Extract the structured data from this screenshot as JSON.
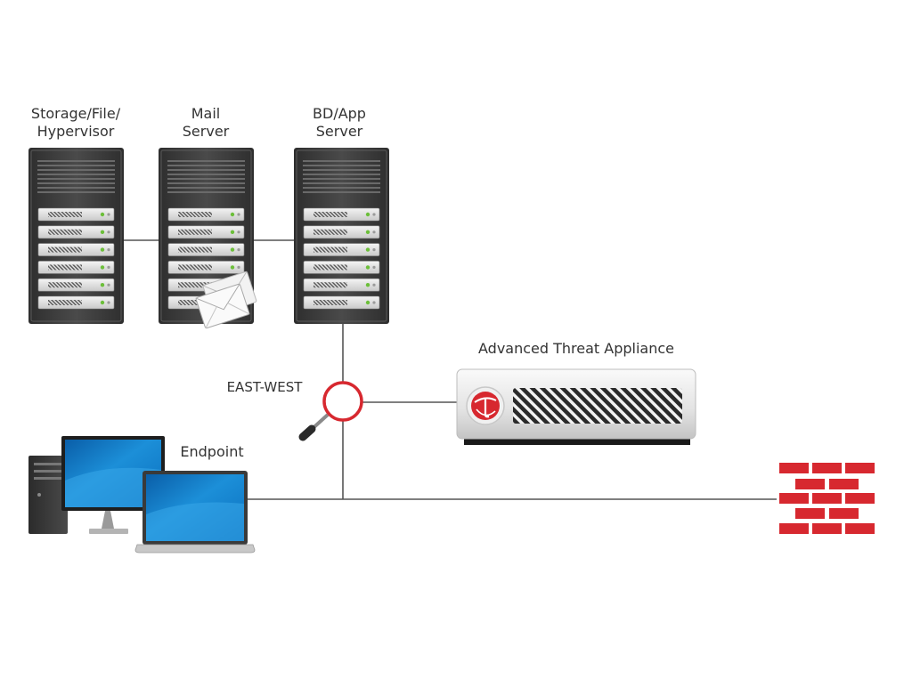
{
  "labels": {
    "storage_line1": "Storage/File/",
    "storage_line2": "Hypervisor",
    "mail_line1": "Mail",
    "mail_line2": "Server",
    "app_line1": "BD/App",
    "app_line2": "Server",
    "appliance": "Advanced Threat Appliance",
    "east_west": "EAST-WEST",
    "endpoint": "Endpoint"
  },
  "colors": {
    "accent_red": "#d7282f",
    "line": "#555555",
    "server_dark": "#3d3d3d",
    "screen_blue": "#1c8fd8",
    "appliance_silver": "#e6e6e6"
  },
  "icons": [
    "server-icon",
    "mail-envelope-icon",
    "magnifier-icon",
    "appliance-icon",
    "trend-logo-icon",
    "desktop-icon",
    "laptop-icon",
    "firewall-icon"
  ]
}
